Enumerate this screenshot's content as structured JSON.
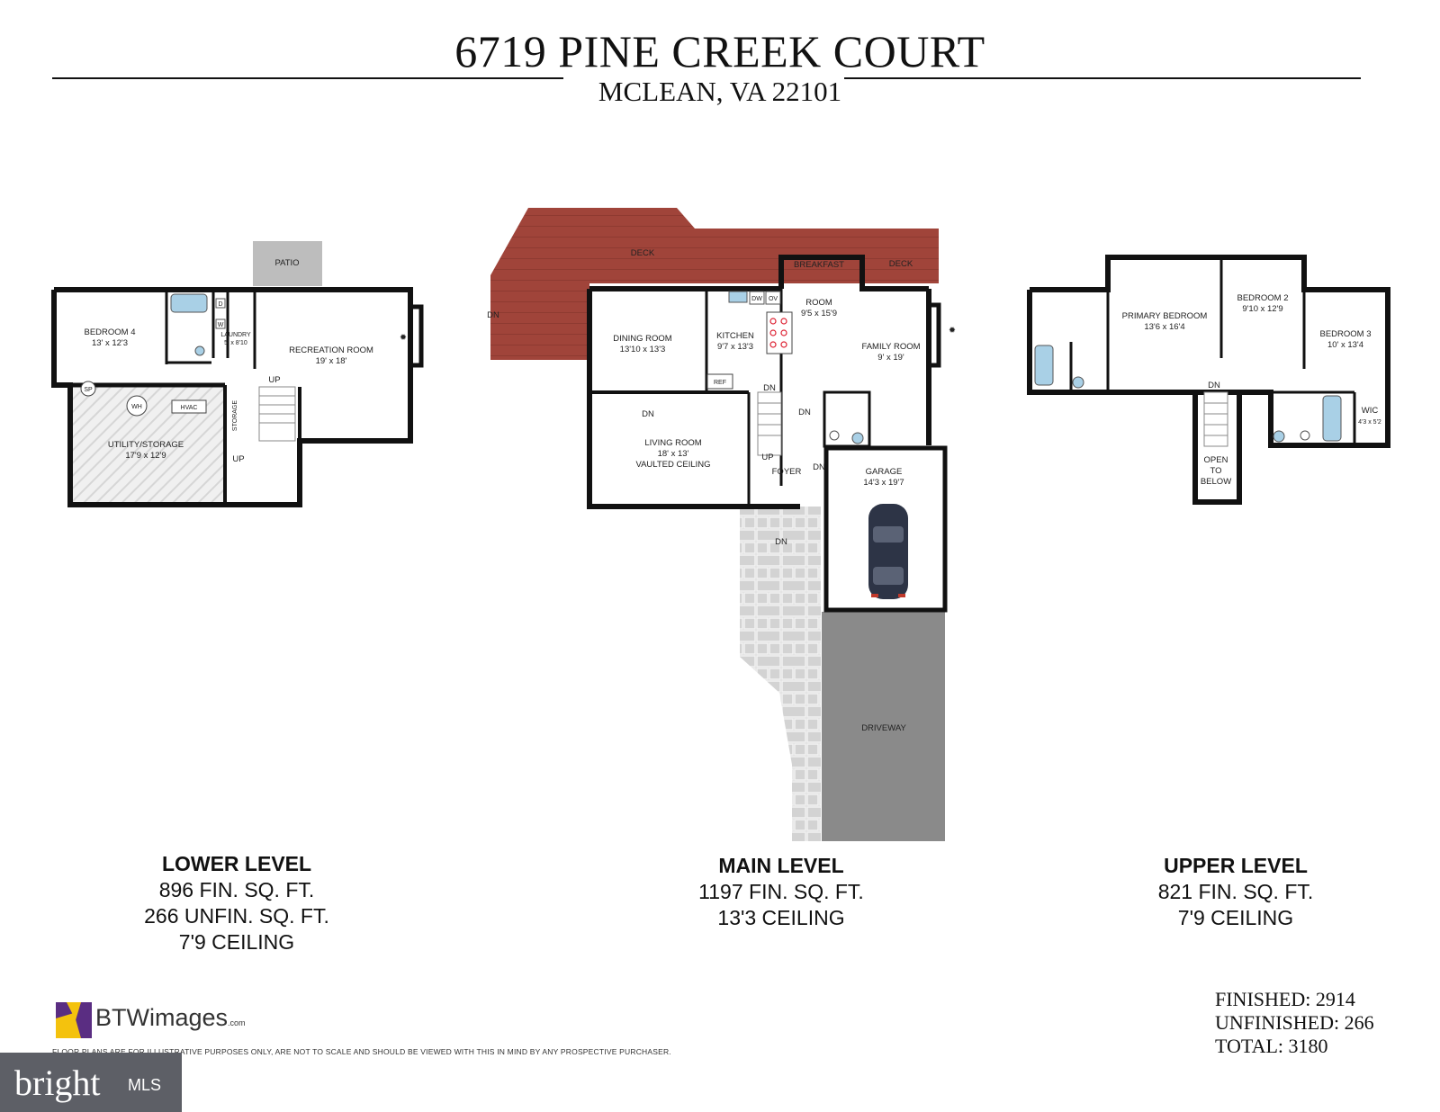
{
  "header": {
    "address": "6719 PINE CREEK COURT",
    "city": "MCLEAN, VA 22101"
  },
  "lower_level": {
    "rooms": {
      "patio": "PATIO",
      "bedroom4": "BEDROOM 4",
      "bedroom4_dim": "13' x 12'3",
      "laundry": "LAUNDRY",
      "laundry_dim": "5' x 8'10",
      "d": "D",
      "w": "W",
      "recreation": "RECREATION ROOM",
      "recreation_dim": "19' x 18'",
      "sp": "SP",
      "wh": "WH",
      "hvac": "HVAC",
      "storage": "STORAGE",
      "utility": "UTILITY/STORAGE",
      "utility_dim": "17'9 x 12'9",
      "up1": "UP",
      "up2": "UP"
    },
    "name": "LOWER LEVEL",
    "fin": "896 FIN. SQ. FT.",
    "unfin": "266 UNFIN. SQ. FT.",
    "ceiling": "7'9 CEILING"
  },
  "main_level": {
    "rooms": {
      "deck1": "DECK",
      "deck2": "DECK",
      "dn_deck": "DN",
      "breakfast": "BREAKFAST",
      "breakfast2": "ROOM",
      "breakfast_dim": "9'5 x 15'9",
      "dw": "DW",
      "ov": "OV",
      "dining": "DINING ROOM",
      "dining_dim": "13'10 x 13'3",
      "kitchen": "KITCHEN",
      "kitchen_dim": "9'7 x 13'3",
      "family": "FAMILY ROOM",
      "family_dim": "9' x 19'",
      "ref": "REF",
      "dn1": "DN",
      "dn2": "DN",
      "dn3": "DN",
      "dn4": "DN",
      "dn5": "DN",
      "up": "UP",
      "living": "LIVING ROOM",
      "living_dim": "18' x 13'",
      "living_ceiling": "VAULTED CEILING",
      "foyer": "FOYER",
      "garage": "GARAGE",
      "garage_dim": "14'3 x 19'7",
      "driveway": "DRIVEWAY"
    },
    "name": "MAIN LEVEL",
    "fin": "1197 FIN. SQ. FT.",
    "ceiling": "13'3 CEILING"
  },
  "upper_level": {
    "rooms": {
      "primary": "PRIMARY BEDROOM",
      "primary_dim": "13'6 x 16'4",
      "bed2": "BEDROOM 2",
      "bed2_dim": "9'10 x 12'9",
      "bed3": "BEDROOM 3",
      "bed3_dim": "10' x 13'4",
      "dn": "DN",
      "wic": "WIC",
      "wic_dim": "4'3 x 5'2",
      "open1": "OPEN",
      "open2": "TO",
      "open3": "BELOW"
    },
    "name": "UPPER LEVEL",
    "fin": "821 FIN. SQ. FT.",
    "ceiling": "7'9 CEILING"
  },
  "totals": {
    "finished": "FINISHED: 2914",
    "unfinished": "UNFINISHED: 266",
    "total": "TOTAL: 3180"
  },
  "branding": {
    "logo_main": "BTWimages",
    "logo_suffix": ".com",
    "disclaimer": "FLOOR PLANS ARE FOR ILLUSTRATIVE PURPOSES ONLY, ARE NOT TO SCALE AND SHOULD BE VIEWED WITH THIS IN MIND BY ANY PROSPECTIVE PURCHASER.",
    "mls_word": "bright",
    "mls_tag": "MLS"
  },
  "colors": {
    "deck": "#a0443a",
    "wall": "#111111",
    "driveway": "#8a8a8a",
    "patio": "#bdbdbd",
    "walkway": "#cfcfcf",
    "bath_fixture": "#a9d0e6",
    "mls_bg": "#5d5f66",
    "logo_purple": "#5a2d82",
    "logo_yellow": "#f4c20d"
  },
  "icons": [
    "fireplace-icon",
    "car-icon",
    "bathtub-icon",
    "toilet-icon",
    "sink-icon",
    "cooktop-icon"
  ]
}
